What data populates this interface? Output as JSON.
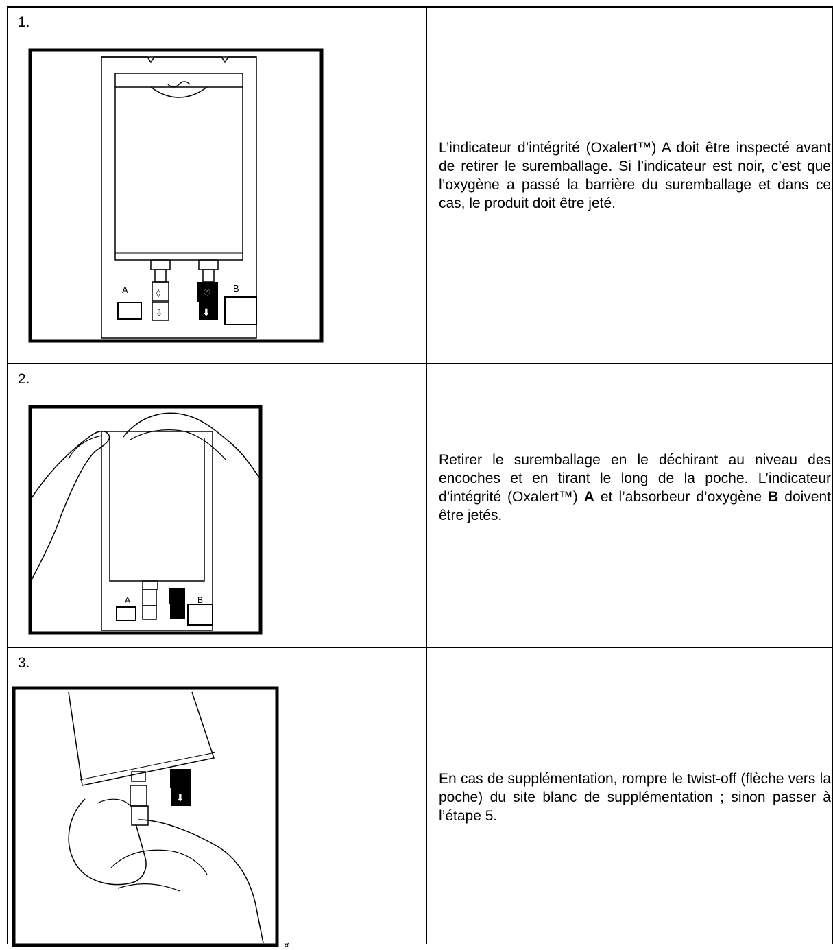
{
  "steps": [
    {
      "number": "1.",
      "text": "L’indicateur d’intégrité (Oxalert™) A doit être inspecté avant de retirer le suremballage. Si l’indicateur est noir, c’est que l’oxygène a passé la barrière du suremballage et dans ce cas, le produit doit être jeté.",
      "figure_labels": {
        "a": "A",
        "b": "B"
      }
    },
    {
      "number": "2.",
      "text_part1": "Retirer le suremballage en le déchirant au niveau des encoches et en tirant le long de la poche. L’indicateur d’intégrité (Oxalert™) ",
      "bold_a": "A",
      "text_part2": " et l’absorbeur d’oxygène ",
      "bold_b": "B",
      "text_part3": " doivent être jetés.",
      "figure_labels": {
        "a": "A",
        "b": "B"
      }
    },
    {
      "number": "3.",
      "text": "En cas de supplémentation, rompre le twist-off (flèche vers la poche) du site blanc de supplémentation ; sinon passer à l’étape 5.",
      "end_mark": "¤"
    }
  ]
}
